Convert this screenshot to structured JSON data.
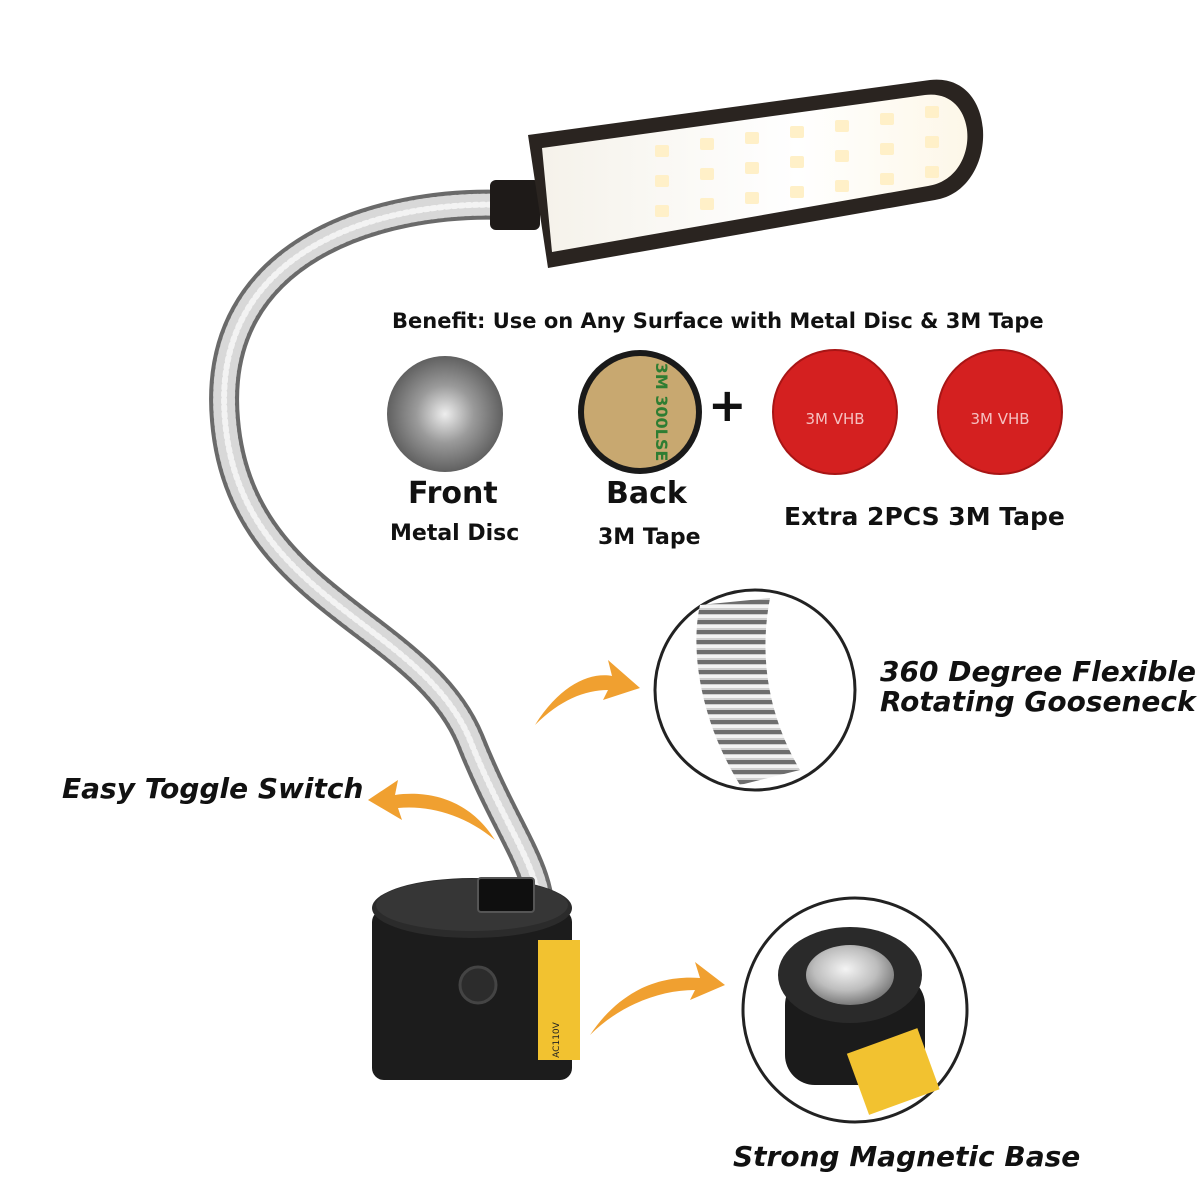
{
  "benefit_heading": "Benefit: Use on Any Surface with Metal Disc & 3M Tape",
  "items": {
    "front": {
      "title": "Front",
      "subtitle": "Metal Disc"
    },
    "back": {
      "title": "Back",
      "subtitle": "3M Tape"
    },
    "plus": "+",
    "extra": {
      "title": "Extra 2PCS 3M Tape"
    }
  },
  "features": {
    "gooseneck_line1": "360 Degree Flexible",
    "gooseneck_line2": "Rotating Gooseneck",
    "toggle": "Easy Toggle Switch",
    "magnetic": "Strong Magnetic Base"
  },
  "artwork_text": {
    "tape_print": "3M 300LSE",
    "vhb_print": "3M VHB",
    "label_print": "AC110V"
  },
  "colors": {
    "arrow": "#f0a030",
    "tape_red": "#d42020",
    "lamp_body": "#2a2420",
    "led_panel": "#fbf8f0",
    "led_chip": "#fff0c8",
    "metal": "#b0b0b4"
  }
}
